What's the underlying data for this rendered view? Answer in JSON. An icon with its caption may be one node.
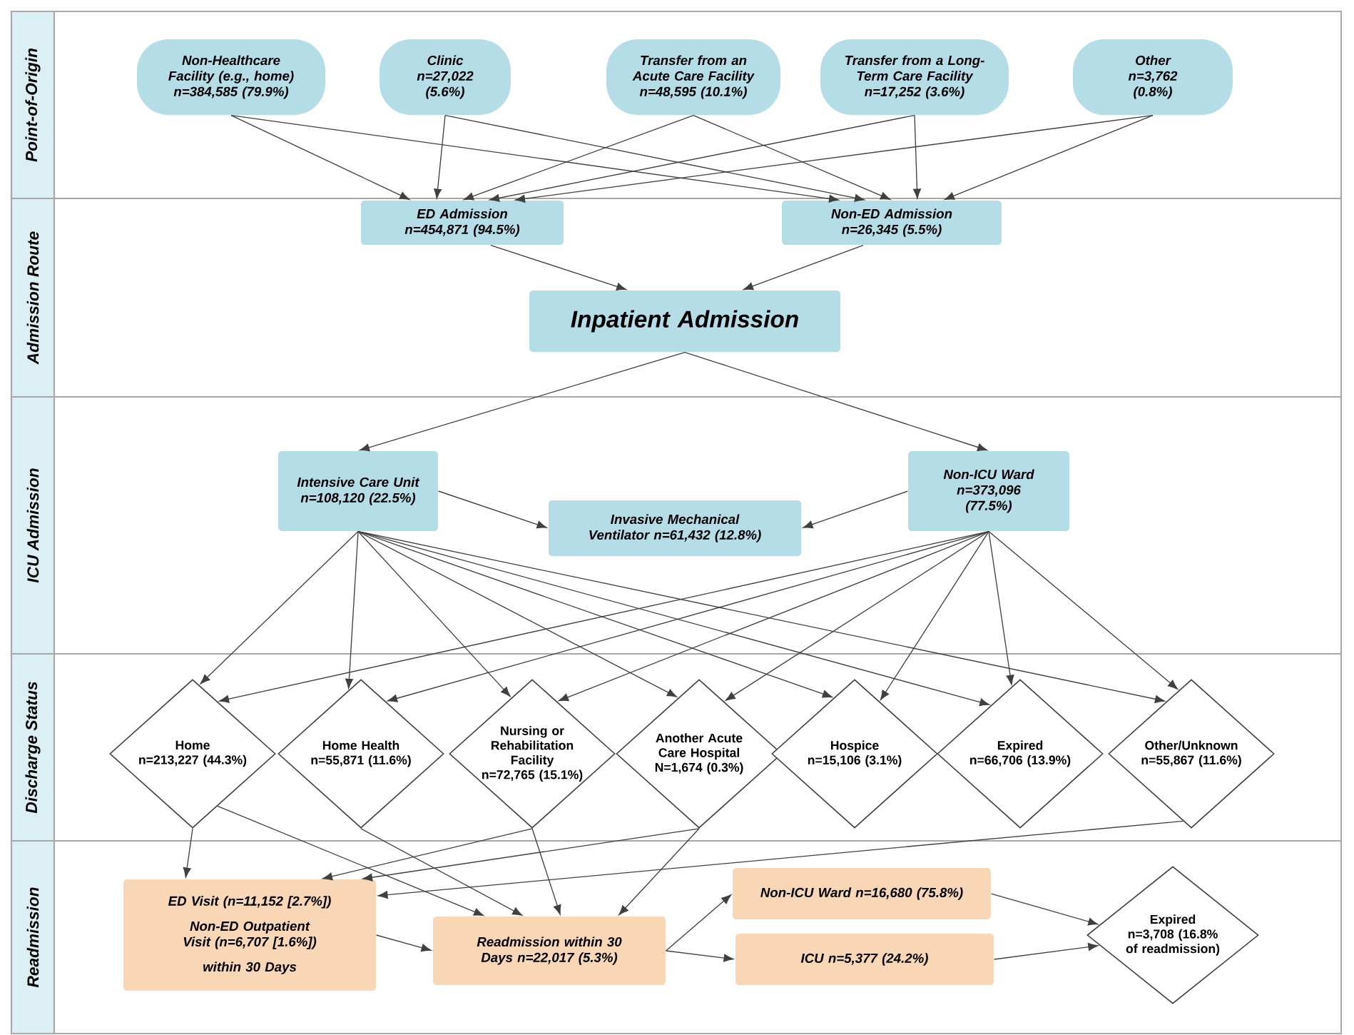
{
  "diagram": {
    "nodes": [
      {
        "text": [
          "Point-of-Origin"
        ]
      },
      {
        "text": [
          "Non-Healthcare Facility (e.g., home) n=384,585 (79.9%)"
        ],
        "in": 0
      },
      {
        "text": [
          "Clinic n=27,022 (5.6%)"
        ],
        "in": 0
      },
      {
        "text": [
          "Transfer from an Acute Care Facility n=48,595 (10.1%)"
        ],
        "in": 0
      },
      {
        "text": [
          "Transfer from a Long-Term Care Facility n=17,252 (3.6%)"
        ],
        "in": 0
      },
      {
        "text": [
          "Other n=3,762 (0.8%)"
        ],
        "in": 0
      },
      {
        "text": [
          "Admission Route"
        ]
      },
      {
        "text": [
          "ED Admission n=454,871 (94.5%)"
        ],
        "in": 6
      },
      {
        "text": [
          "Non-ED Admission n=26,345 (5.5%)"
        ],
        "in": 6
      },
      {
        "text": [
          "Inpatient Admission"
        ],
        "in": 6
      },
      {
        "text": [
          "ICU Admission"
        ]
      },
      {
        "text": [
          "Intensive Care Unit n=108,120 (22.5%)"
        ],
        "in": 10
      },
      {
        "text": [
          "Invasive Mechanical Ventilator n=61,432 (12.8%)"
        ],
        "in": 10
      },
      {
        "text": [
          "Non-ICU Ward n=373,096 (77.5%)"
        ],
        "in": 10
      },
      {
        "text": [
          "Discharge Status"
        ]
      },
      {
        "text": [
          "Home",
          "n=213,227 (44.3%)"
        ],
        "in": 14
      },
      {
        "text": [
          "Home Health",
          "n=55,871 (11.6%)"
        ],
        "in": 14
      },
      {
        "text": [
          "Nursing or Rehabilitation Facility",
          "n=72,765 (15.1%)"
        ],
        "in": 14
      },
      {
        "text": [
          "Another Acute Care Hospital",
          "N=1,674 (0.3%)"
        ],
        "in": 14
      },
      {
        "text": [
          "Hospice",
          "n=15,106 (3.1%)"
        ],
        "in": 14
      },
      {
        "text": [
          "Expired",
          "n=66,706 (13.9%)"
        ],
        "in": 14
      },
      {
        "text": [
          "Other/Unknown",
          "n=55,867 (11.6%)"
        ],
        "in": 14
      },
      {
        "text": [
          "Readmission"
        ]
      },
      {
        "text": [
          "ED Visit (n=11,152 [2.7%])",
          "Non-ED Outpatient Visit (n=6,707 [1.6%])",
          "within 30 Days"
        ],
        "in": 22
      },
      {
        "text": [
          "Readmission within 30 Days n=22,017 (5.3%)"
        ],
        "in": 22
      },
      {
        "text": [
          "Non-ICU Ward n=16,680 (75.8%)"
        ],
        "in": 22
      },
      {
        "text": [
          "ICU n=5,377 (24.2%)"
        ],
        "in": 22
      },
      {
        "text": [
          "Expired",
          "n=3,708 (16.8% of readmission)"
        ],
        "in": 22
      }
    ],
    "edges": [
      {
        "from": 1,
        "to": 7,
        "arrow": "to"
      },
      {
        "from": 1,
        "to": 8,
        "arrow": "to"
      },
      {
        "from": 2,
        "to": 7,
        "arrow": "to"
      },
      {
        "from": 2,
        "to": 8,
        "arrow": "to"
      },
      {
        "from": 3,
        "to": 7,
        "arrow": "to"
      },
      {
        "from": 3,
        "to": 8,
        "arrow": "to"
      },
      {
        "from": 4,
        "to": 7,
        "arrow": "to"
      },
      {
        "from": 4,
        "to": 8,
        "arrow": "to"
      },
      {
        "from": 5,
        "to": 7,
        "arrow": "to"
      },
      {
        "from": 5,
        "to": 8,
        "arrow": "to"
      },
      {
        "from": 7,
        "to": 9,
        "arrow": "to"
      },
      {
        "from": 8,
        "to": 9,
        "arrow": "to"
      },
      {
        "from": 9,
        "to": 11,
        "arrow": "to"
      },
      {
        "from": 9,
        "to": 13,
        "arrow": "to"
      },
      {
        "from": 11,
        "to": 12,
        "arrow": "to"
      },
      {
        "from": 13,
        "to": 12,
        "arrow": "to"
      },
      {
        "from": 11,
        "to": 15,
        "arrow": "to"
      },
      {
        "from": 11,
        "to": 16,
        "arrow": "to"
      },
      {
        "from": 11,
        "to": 17,
        "arrow": "to"
      },
      {
        "from": 11,
        "to": 18,
        "arrow": "to"
      },
      {
        "from": 11,
        "to": 19,
        "arrow": "to"
      },
      {
        "from": 11,
        "to": 20,
        "arrow": "to"
      },
      {
        "from": 11,
        "to": 21,
        "arrow": "to"
      },
      {
        "from": 13,
        "to": 15,
        "arrow": "to"
      },
      {
        "from": 13,
        "to": 16,
        "arrow": "to"
      },
      {
        "from": 13,
        "to": 17,
        "arrow": "to"
      },
      {
        "from": 13,
        "to": 18,
        "arrow": "to"
      },
      {
        "from": 13,
        "to": 19,
        "arrow": "to"
      },
      {
        "from": 13,
        "to": 20,
        "arrow": "to"
      },
      {
        "from": 13,
        "to": 21,
        "arrow": "to"
      },
      {
        "from": 15,
        "to": 23,
        "arrow": "to"
      },
      {
        "from": 15,
        "to": 24,
        "arrow": "to"
      },
      {
        "from": 16,
        "to": 24,
        "arrow": "to"
      },
      {
        "from": 17,
        "to": 23,
        "arrow": "to"
      },
      {
        "from": 17,
        "to": 24,
        "arrow": "to"
      },
      {
        "from": 18,
        "to": 23,
        "arrow": "to"
      },
      {
        "from": 18,
        "to": 24,
        "arrow": "to"
      },
      {
        "from": 21,
        "to": 23,
        "arrow": "to"
      },
      {
        "from": 23,
        "to": 24,
        "arrow": "to"
      },
      {
        "from": 24,
        "to": 25,
        "arrow": "to"
      },
      {
        "from": 24,
        "to": 26,
        "arrow": "to"
      },
      {
        "from": 25,
        "to": 27,
        "arrow": "to"
      },
      {
        "from": 26,
        "to": 27,
        "arrow": "to"
      }
    ]
  }
}
